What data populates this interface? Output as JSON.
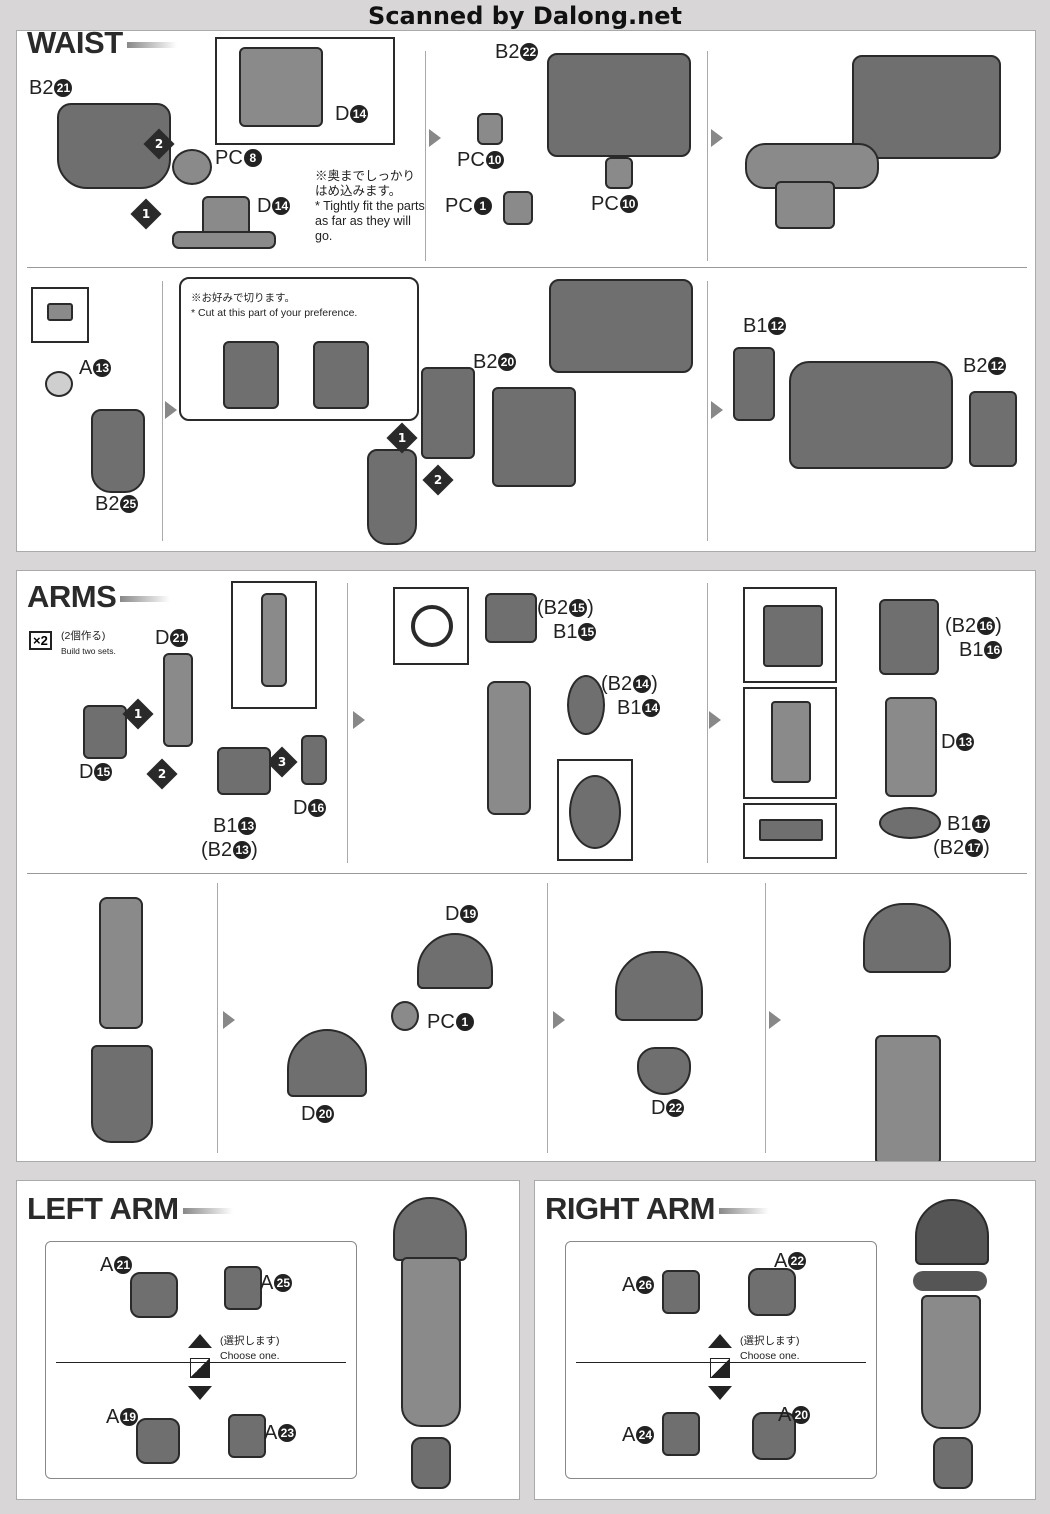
{
  "watermark": "Scanned by Dalong.net",
  "sections": {
    "waist": "WAIST",
    "arms": "ARMS",
    "left_arm": "LEFT ARM",
    "right_arm": "RIGHT ARM"
  },
  "waist": {
    "row1": {
      "b2_21": {
        "prefix": "B2",
        "n": "21"
      },
      "d14_inset": {
        "prefix": "D",
        "n": "14"
      },
      "pc8": {
        "prefix": "PC",
        "n": "8"
      },
      "d14": {
        "prefix": "D",
        "n": "14"
      },
      "note_jp": "※奥までしっかり はめ込みます。",
      "note_en": "* Tightly fit the parts as far as they will go.",
      "b2_22": {
        "prefix": "B2",
        "n": "22"
      },
      "pc10a": {
        "prefix": "PC",
        "n": "10"
      },
      "pc1": {
        "prefix": "PC",
        "n": "1"
      },
      "pc10b": {
        "prefix": "PC",
        "n": "10"
      }
    },
    "row2": {
      "a13": {
        "prefix": "A",
        "n": "13"
      },
      "b2_25": {
        "prefix": "B2",
        "n": "25"
      },
      "cut_jp": "※お好みで切ります。",
      "cut_en": "* Cut at this part of your preference.",
      "b2_20": {
        "prefix": "B2",
        "n": "20"
      },
      "b1_12": {
        "prefix": "B1",
        "n": "12"
      },
      "b2_12": {
        "prefix": "B2",
        "n": "12"
      }
    }
  },
  "arms": {
    "x2": "×2",
    "build_jp": "(2個作る)",
    "build_en": "Build two sets.",
    "d21": {
      "prefix": "D",
      "n": "21"
    },
    "d15": {
      "prefix": "D",
      "n": "15"
    },
    "d16": {
      "prefix": "D",
      "n": "16"
    },
    "b1_13": {
      "prefix": "B1",
      "n": "13"
    },
    "b2_13": {
      "prefix": "(B2",
      "n": "13",
      "suffix": ")"
    },
    "b2_15": {
      "prefix": "(B2",
      "n": "15",
      "suffix": ")"
    },
    "b1_15": {
      "prefix": "B1",
      "n": "15"
    },
    "b2_14": {
      "prefix": "(B2",
      "n": "14",
      "suffix": ")"
    },
    "b1_14": {
      "prefix": "B1",
      "n": "14"
    },
    "b2_16": {
      "prefix": "(B2",
      "n": "16",
      "suffix": ")"
    },
    "b1_16": {
      "prefix": "B1",
      "n": "16"
    },
    "d13": {
      "prefix": "D",
      "n": "13"
    },
    "b1_17": {
      "prefix": "B1",
      "n": "17"
    },
    "b2_17": {
      "prefix": "(B2",
      "n": "17",
      "suffix": ")"
    },
    "d19": {
      "prefix": "D",
      "n": "19"
    },
    "pc1": {
      "prefix": "PC",
      "n": "1"
    },
    "d20": {
      "prefix": "D",
      "n": "20"
    },
    "d22": {
      "prefix": "D",
      "n": "22"
    }
  },
  "left_arm": {
    "a21": {
      "prefix": "A",
      "n": "21"
    },
    "a25": {
      "prefix": "A",
      "n": "25"
    },
    "choose_jp": "(選択します)",
    "choose_en": "Choose one.",
    "a19": {
      "prefix": "A",
      "n": "19"
    },
    "a23": {
      "prefix": "A",
      "n": "23"
    }
  },
  "right_arm": {
    "a22": {
      "prefix": "A",
      "n": "22"
    },
    "a26": {
      "prefix": "A",
      "n": "26"
    },
    "choose_jp": "(選択します)",
    "choose_en": "Choose one.",
    "a24": {
      "prefix": "A",
      "n": "24"
    },
    "a20": {
      "prefix": "A",
      "n": "20"
    }
  },
  "steps": [
    "1",
    "2",
    "3"
  ],
  "colors": {
    "part": "#8a8a8a",
    "outline": "#2a2a2a",
    "panel": "#ffffff",
    "background": "#d8d6d6"
  }
}
